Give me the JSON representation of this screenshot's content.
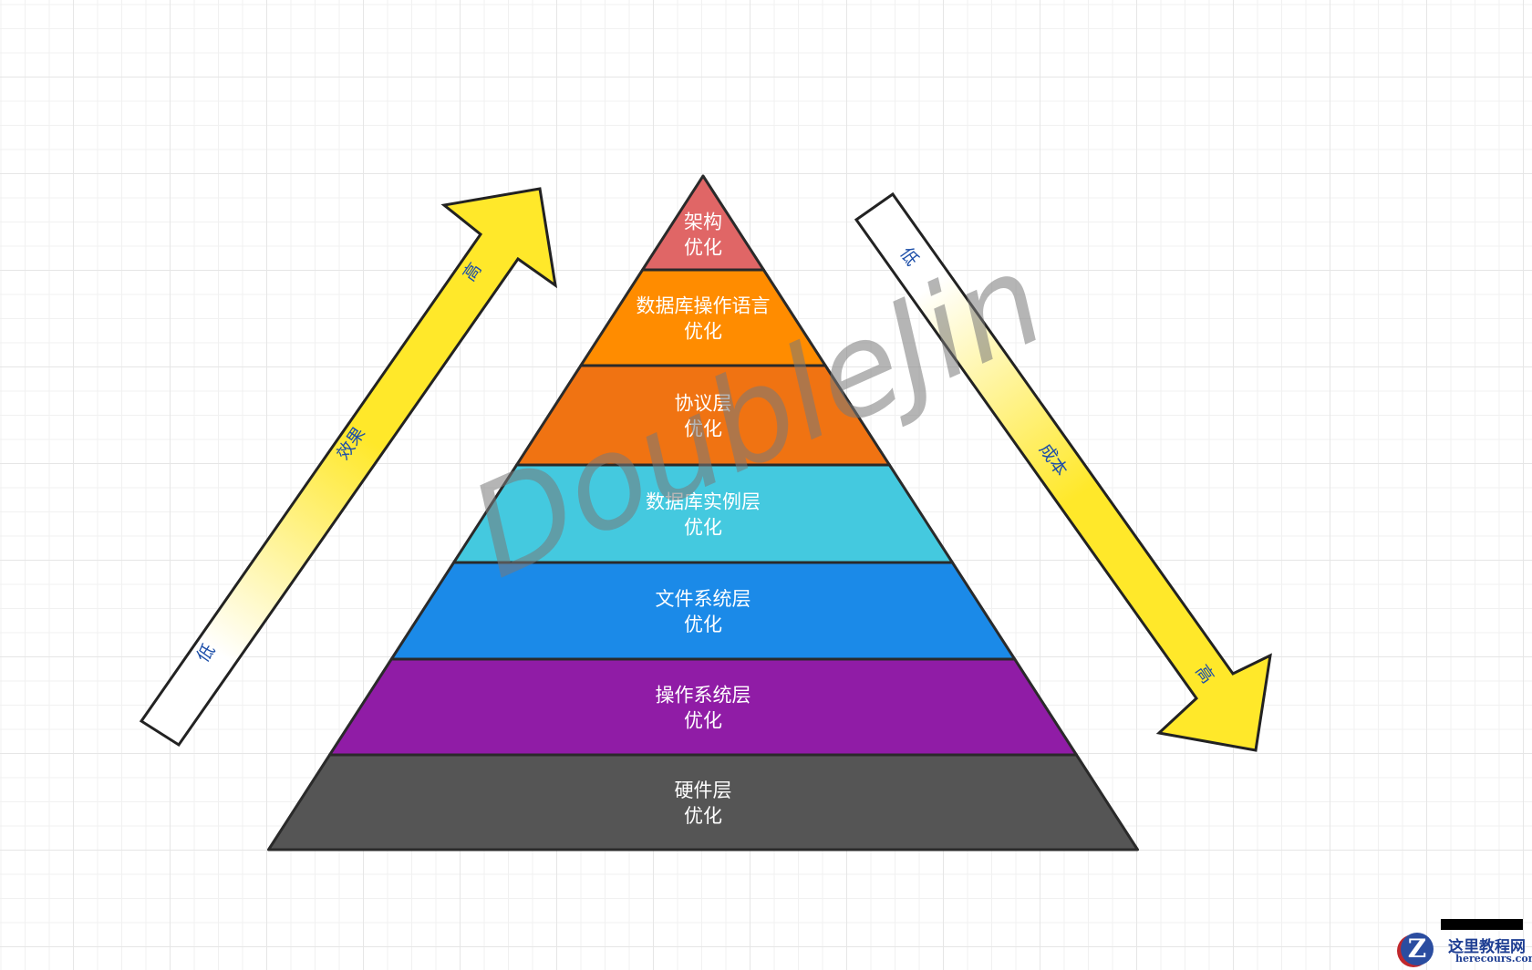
{
  "pyramid": {
    "layers": [
      {
        "line1": "架构",
        "line2": "优化",
        "color": "#e06666"
      },
      {
        "line1": "数据库操作语言",
        "line2": "优化",
        "color": "#ff8c00"
      },
      {
        "line1": "协议层",
        "line2": "优化",
        "color": "#f07312"
      },
      {
        "line1": "数据库实例层",
        "line2": "优化",
        "color": "#44c9df"
      },
      {
        "line1": "文件系统层",
        "line2": "优化",
        "color": "#1b8ae8"
      },
      {
        "line1": "操作系统层",
        "line2": "优化",
        "color": "#901ca6"
      },
      {
        "line1": "硬件层",
        "line2": "优化",
        "color": "#555555"
      }
    ]
  },
  "effect_arrow": {
    "low": "低",
    "label": "效果",
    "high": "高",
    "color": "#ffe82a"
  },
  "cost_arrow": {
    "low": "低",
    "label": "成本",
    "high": "高",
    "color": "#ffe82a"
  },
  "watermark": "DoubleJin",
  "logo": {
    "name": "这里教程网",
    "domain": "herecours.com",
    "mark": "Z"
  }
}
